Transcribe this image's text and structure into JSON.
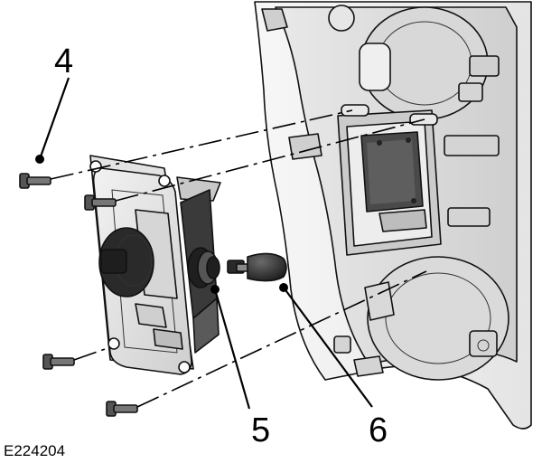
{
  "figure": {
    "figure_id": "E224204",
    "callouts": [
      {
        "label": "4"
      },
      {
        "label": "5"
      },
      {
        "label": "6"
      }
    ]
  }
}
